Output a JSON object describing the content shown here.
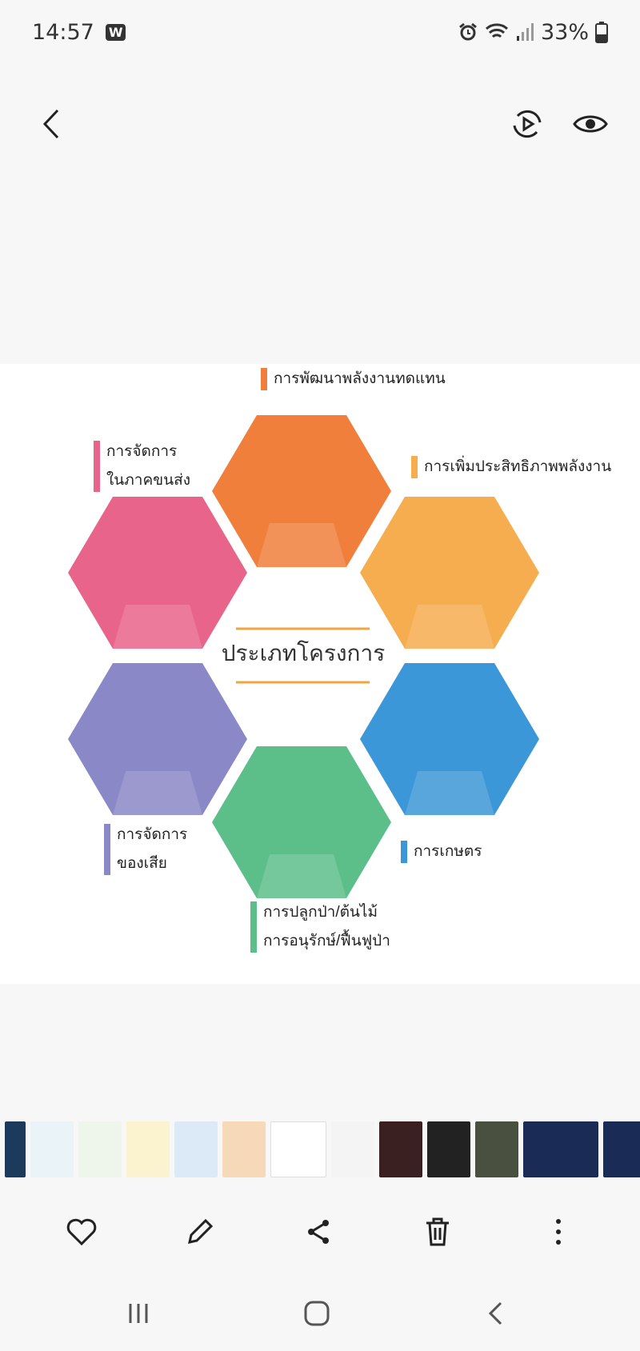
{
  "status_bar": {
    "time": "14:57",
    "app_badge": "W",
    "battery": "33%",
    "icons": [
      "alarm-icon",
      "wifi-icon",
      "signal-icon",
      "battery-icon"
    ]
  },
  "toolbar": {
    "back": "back-icon",
    "icons": [
      "motion-photo-icon",
      "eye-icon"
    ]
  },
  "infographic": {
    "title": "ประเภทโครงการ",
    "categories": [
      {
        "label": "การพัฒนาพลังงานทดแทน",
        "color": "#f07f3c"
      },
      {
        "label": "การเพิ่มประสิทธิภาพพลังงาน",
        "color": "#f6ad4f"
      },
      {
        "label": "การเกษตร",
        "color": "#3c97d8"
      },
      {
        "label_lines": [
          "การปลูกป่า/ต้นไม้",
          "การอนุรักษ์/ฟื้นฟูป่า"
        ],
        "color": "#5cbf8a"
      },
      {
        "label_lines": [
          "การจัดการ",
          "ของเสีย"
        ],
        "color": "#8a88c6"
      },
      {
        "label_lines": [
          "การจัดการ",
          "ในภาคขนส่ง"
        ],
        "color": "#e9648a"
      }
    ]
  },
  "thumbnails": {
    "count": 14,
    "selected_index": 6
  },
  "actions": [
    "favorite-icon",
    "edit-icon",
    "share-icon",
    "delete-icon",
    "more-icon"
  ],
  "nav_bar": [
    "recents-icon",
    "home-icon",
    "back-icon"
  ]
}
